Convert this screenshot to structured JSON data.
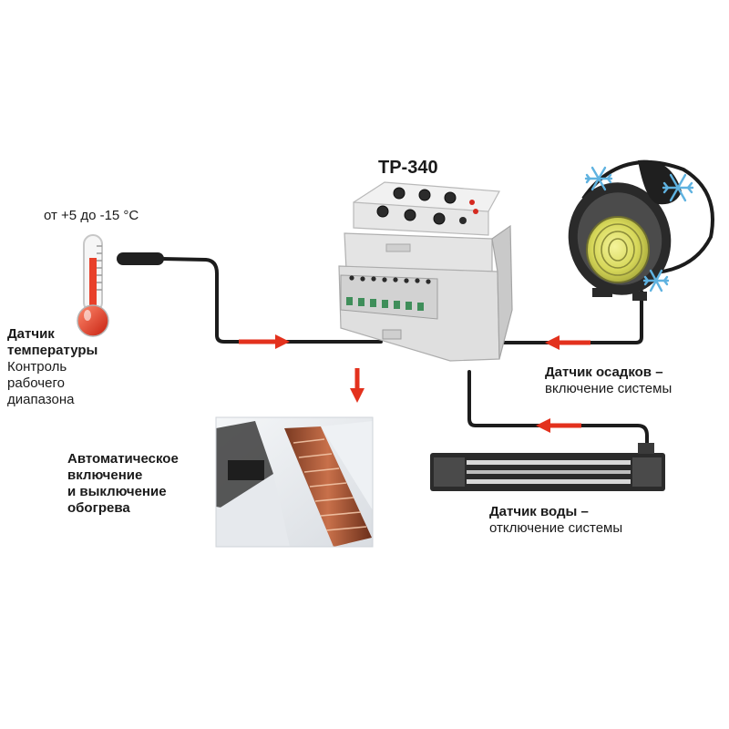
{
  "device": {
    "title": "ТР-340"
  },
  "temperature_sensor": {
    "range": "от +5 до -15 °C",
    "title_lines": [
      "Датчик",
      "температуры"
    ],
    "desc_lines": [
      "Контроль",
      "рабочего",
      "диапазона"
    ]
  },
  "heating": {
    "lines": [
      "Автоматическое",
      "включение",
      "и выключение",
      "обогрева"
    ]
  },
  "precipitation_sensor": {
    "title": "Датчик осадков –",
    "desc": "включение системы"
  },
  "water_sensor": {
    "title": "Датчик воды –",
    "desc": "отключение системы"
  },
  "colors": {
    "cable": "#1c1c1c",
    "arrow": "#e3311d",
    "mercury": "#e8402a",
    "snowflake": "#5fb2e0",
    "device_body": "#e9e9e9",
    "device_dark": "#bdbdbd"
  }
}
